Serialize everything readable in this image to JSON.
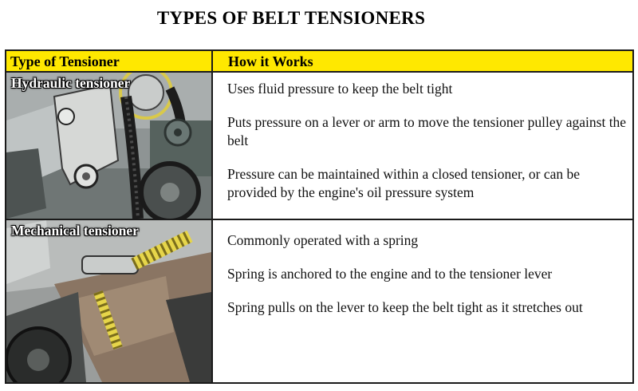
{
  "title": "TYPES OF BELT TENSIONERS",
  "table": {
    "headers": [
      "Type of Tensioner",
      "How it Works"
    ],
    "rows": [
      {
        "label": "Hydraulic tensioner",
        "points": [
          "Uses fluid pressure to keep the belt tight",
          "Puts pressure on a lever or arm to move the tensioner pulley against the belt",
          "Pressure can be maintained within a closed tensioner, or can be provided by the engine's oil pressure system"
        ]
      },
      {
        "label": "Mechanical tensioner",
        "points": [
          "Commonly operated with a spring",
          "Spring is anchored to the engine and to the tensioner lever",
          "Spring pulls on the lever to keep the belt tight as it stretches out"
        ]
      }
    ]
  },
  "colors": {
    "header_bg": "#ffe800",
    "border": "#1a1a1a"
  }
}
